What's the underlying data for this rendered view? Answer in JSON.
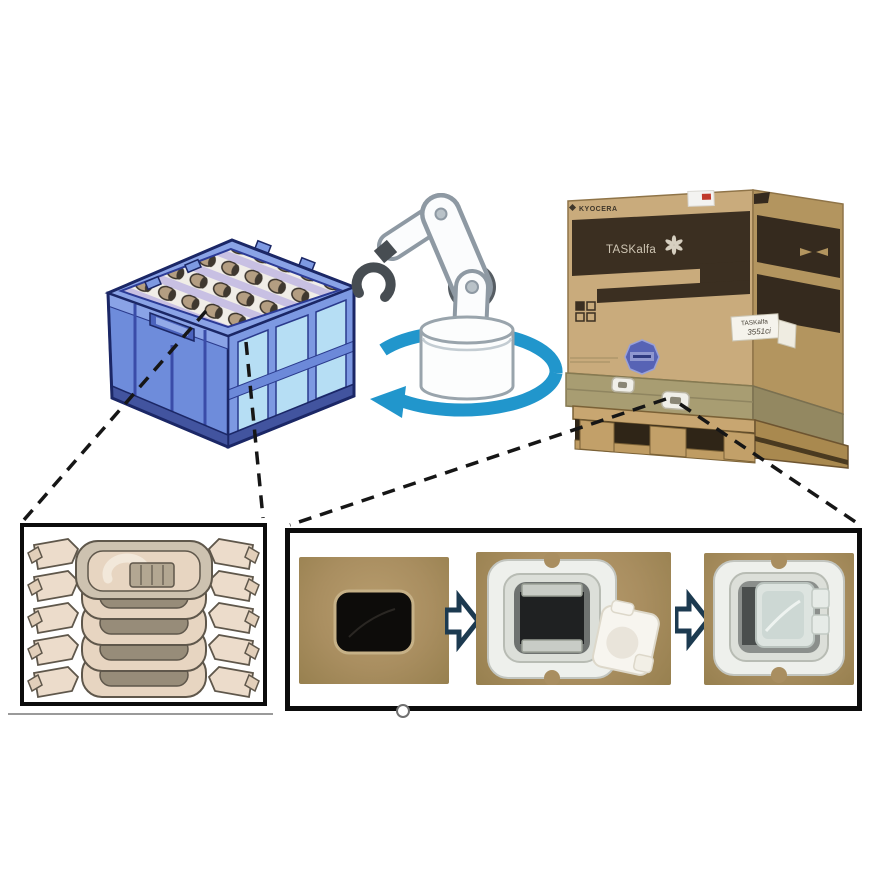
{
  "texts": {
    "kyocera_logo": "KYOCERA",
    "box_brand": "TASKalfa",
    "label_model_line1": "TASKalfa",
    "label_model_line2": "3551ci"
  },
  "colors": {
    "rotation_arrow": "#2196cc",
    "step_arrow_outline": "#1c3a50",
    "crate_blue": "#6e8cdb",
    "crate_panel": "#b6def4",
    "crate_outline": "#1b2766",
    "cardboard_front": "#c9ab7c",
    "cardboard_side": "#b3955f",
    "cardboard_dark_band": "#3b2f21",
    "pallet_wood": "#c8a671",
    "photo_cardboard": "#a98e60",
    "callout_line": "#161616"
  }
}
